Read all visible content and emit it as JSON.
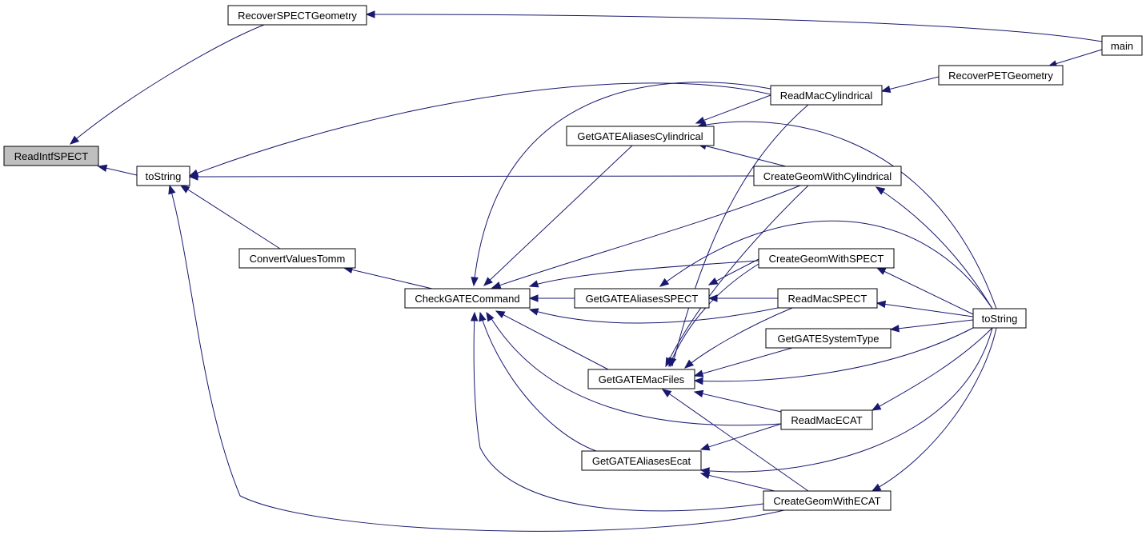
{
  "graph": {
    "edge_color": "#191970",
    "root_fill": "#bfbfbf",
    "nodes": [
      {
        "id": "read_intf_spect",
        "label": "ReadIntfSPECT",
        "root": true
      },
      {
        "id": "recover_spect_geometry",
        "label": "RecoverSPECTGeometry"
      },
      {
        "id": "main",
        "label": "main"
      },
      {
        "id": "to_string_left",
        "label": "toString"
      },
      {
        "id": "recover_pet_geometry",
        "label": "RecoverPETGeometry"
      },
      {
        "id": "read_mac_cylindrical",
        "label": "ReadMacCylindrical"
      },
      {
        "id": "get_gate_aliases_cylindrical",
        "label": "GetGATEAliasesCylindrical"
      },
      {
        "id": "create_geom_with_cylindrical",
        "label": "CreateGeomWithCylindrical"
      },
      {
        "id": "convert_values_tomm",
        "label": "ConvertValuesTomm"
      },
      {
        "id": "create_geom_with_spect",
        "label": "CreateGeomWithSPECT"
      },
      {
        "id": "check_gate_command",
        "label": "CheckGATECommand"
      },
      {
        "id": "get_gate_aliases_spect",
        "label": "GetGATEAliasesSPECT"
      },
      {
        "id": "read_mac_spect",
        "label": "ReadMacSPECT"
      },
      {
        "id": "to_string_right",
        "label": "toString"
      },
      {
        "id": "get_gate_system_type",
        "label": "GetGATESystemType"
      },
      {
        "id": "get_gate_mac_files",
        "label": "GetGATEMacFiles"
      },
      {
        "id": "read_mac_ecat",
        "label": "ReadMacECAT"
      },
      {
        "id": "get_gate_aliases_ecat",
        "label": "GetGATEAliasesEcat"
      },
      {
        "id": "create_geom_with_ecat",
        "label": "CreateGeomWithECAT"
      }
    ]
  }
}
